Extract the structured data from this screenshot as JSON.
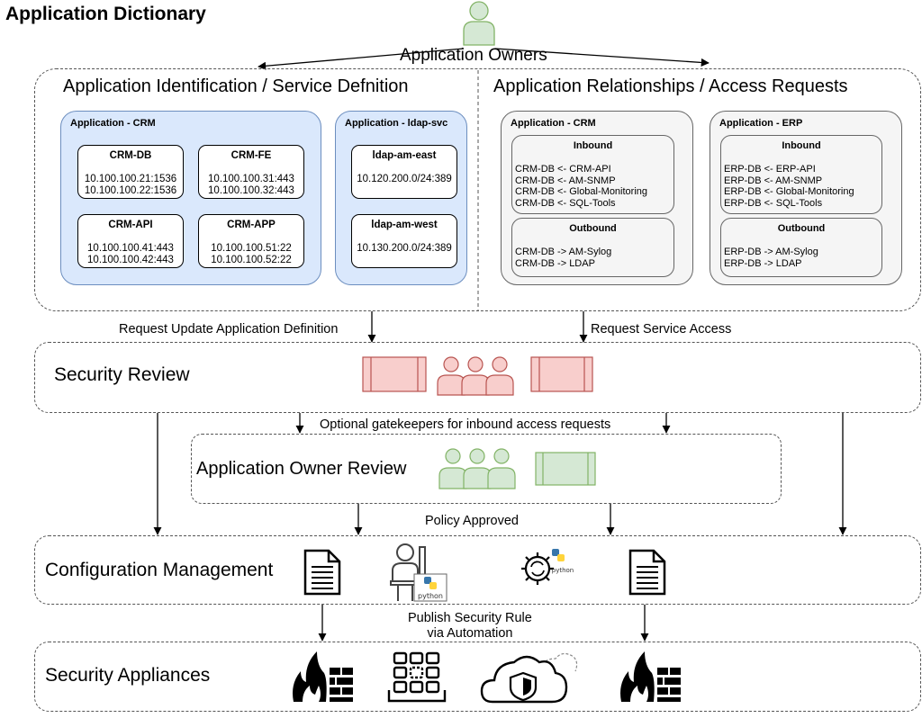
{
  "title": "Application Dictionary",
  "owners_label": "Application Owners",
  "left_panel": {
    "heading": "Application Identification / Service Defnition",
    "groups": [
      {
        "title": "Application - CRM",
        "services": [
          {
            "name": "CRM-DB",
            "lines": [
              "10.100.100.21:1536",
              "10.100.100.22:1536"
            ]
          },
          {
            "name": "CRM-FE",
            "lines": [
              "10.100.100.31:443",
              "10.100.100.32:443"
            ]
          },
          {
            "name": "CRM-API",
            "lines": [
              "10.100.100.41:443",
              "10.100.100.42:443"
            ]
          },
          {
            "name": "CRM-APP",
            "lines": [
              "10.100.100.51:22",
              "10.100.100.52:22"
            ]
          }
        ]
      },
      {
        "title": "Application - ldap-svc",
        "services": [
          {
            "name": "ldap-am-east",
            "lines": [
              "10.120.200.0/24:389"
            ]
          },
          {
            "name": "ldap-am-west",
            "lines": [
              "10.130.200.0/24:389"
            ]
          }
        ]
      }
    ]
  },
  "right_panel": {
    "heading": "Application Relationships  / Access Requests",
    "groups": [
      {
        "title": "Application - CRM",
        "inbound_label": "Inbound",
        "inbound": [
          "CRM-DB <- CRM-API",
          "CRM-DB <- AM-SNMP",
          "CRM-DB <- Global-Monitoring",
          "CRM-DB <- SQL-Tools"
        ],
        "outbound_label": "Outbound",
        "outbound": [
          "CRM-DB -> AM-Sylog",
          "CRM-DB -> LDAP"
        ]
      },
      {
        "title": "Application - ERP",
        "inbound_label": "Inbound",
        "inbound": [
          "ERP-DB <- ERP-API",
          "ERP-DB <- AM-SNMP",
          "ERP-DB <- Global-Monitoring",
          "ERP-DB <- SQL-Tools"
        ],
        "outbound_label": "Outbound",
        "outbound": [
          "ERP-DB -> AM-Sylog",
          "ERP-DB -> LDAP"
        ]
      }
    ]
  },
  "edges": {
    "request_update": "Request Update Application Definition",
    "request_access": "Request Service Access",
    "optional_gatekeepers": "Optional gatekeepers for inbound access requests",
    "policy_approved": "Policy Approved",
    "publish_line1": "Publish Security Rule",
    "publish_line2": "via Automation"
  },
  "stages": {
    "security_review": "Security Review",
    "owner_review": "Application Owner Review",
    "config_mgmt": "Configuration Management",
    "security_appliances": "Security Appliances"
  },
  "icon_text": {
    "python": "python"
  },
  "colors": {
    "user_green_fill": "#d5e8d4",
    "user_green_stroke": "#82b366",
    "red_fill": "#f8cecc",
    "red_stroke": "#b85450",
    "blue_fill": "#dae8fc",
    "blue_stroke": "#6c8ebf",
    "gray_fill": "#f5f5f5"
  }
}
